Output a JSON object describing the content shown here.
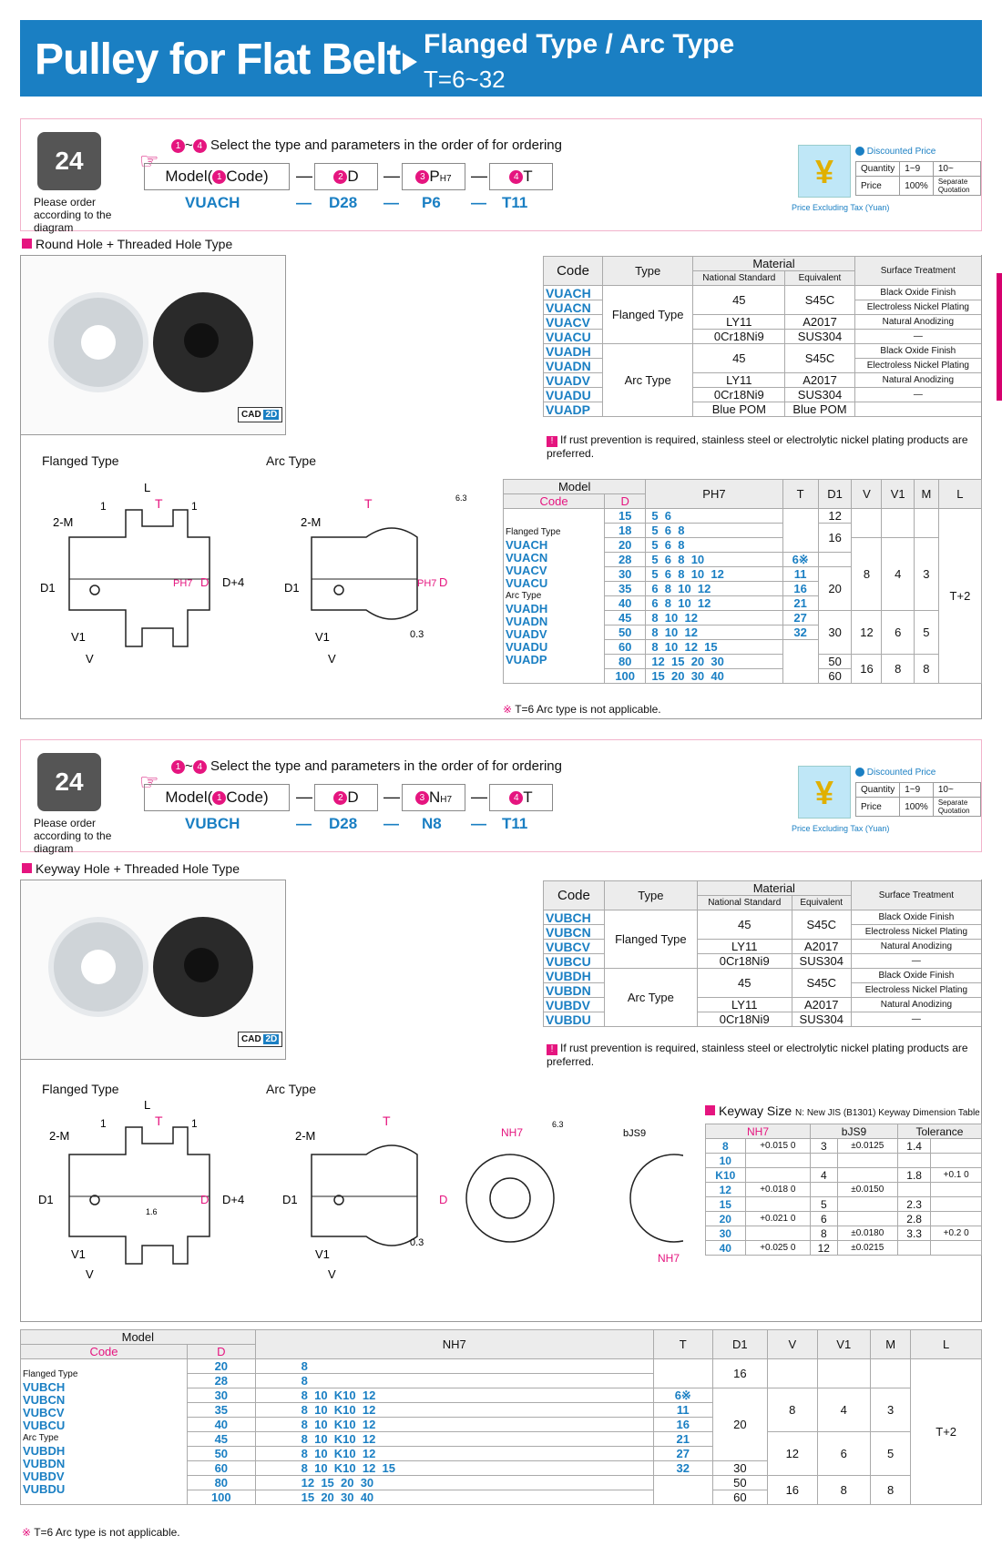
{
  "header": {
    "title": "Pulley for Flat Belt",
    "subtitle": "Flanged Type / Arc Type",
    "range": "T=6~32"
  },
  "order_note": "Please order according to the diagram",
  "select_text": "Select the type and parameters in the order of for ordering",
  "sel_range": "~",
  "price": {
    "label": "Discounted Price",
    "quantity": "Quantity",
    "q1": "1~9",
    "q2": "10~",
    "price": "Price",
    "p1": "100%",
    "p2": "Separate Quotation",
    "excl": "Price Excluding Tax (Yuan)"
  },
  "order1": {
    "model": "Model(",
    "code": "Code)",
    "d": "D",
    "p": "P",
    "h7": "H7",
    "t": "T",
    "ex_model": "VUACH",
    "ex_d": "D28",
    "ex_p": "P6",
    "ex_t": "T11"
  },
  "order2": {
    "model": "Model(",
    "code": "Code)",
    "d": "D",
    "p": "N",
    "h7": "H7",
    "t": "T",
    "ex_model": "VUBCH",
    "ex_d": "D28",
    "ex_p": "N8",
    "ex_t": "T11"
  },
  "section1": "Round Hole + Threaded Hole Type",
  "section2": "Keyway Hole + Threaded Hole Type",
  "mat_head": {
    "code": "Code",
    "type": "Type",
    "material": "Material",
    "national": "National Standard",
    "equivalent": "Equivalent",
    "surface": "Surface Treatment"
  },
  "mat1": [
    {
      "code": "VUACH",
      "type": "Flanged Type",
      "nat": "45",
      "eq": "S45C",
      "surf": "Black Oxide Finish"
    },
    {
      "code": "VUACN",
      "type": "",
      "nat": "",
      "eq": "",
      "surf": "Electroless Nickel Plating"
    },
    {
      "code": "VUACV",
      "type": "",
      "nat": "LY11",
      "eq": "A2017",
      "surf": "Natural Anodizing"
    },
    {
      "code": "VUACU",
      "type": "",
      "nat": "0Cr18Ni9",
      "eq": "SUS304",
      "surf": "—"
    },
    {
      "code": "VUADH",
      "type": "Arc Type",
      "nat": "45",
      "eq": "S45C",
      "surf": "Black Oxide Finish"
    },
    {
      "code": "VUADN",
      "type": "",
      "nat": "",
      "eq": "",
      "surf": "Electroless Nickel Plating"
    },
    {
      "code": "VUADV",
      "type": "",
      "nat": "LY11",
      "eq": "A2017",
      "surf": "Natural Anodizing"
    },
    {
      "code": "VUADU",
      "type": "",
      "nat": "0Cr18Ni9",
      "eq": "SUS304",
      "surf": "—"
    },
    {
      "code": "VUADP",
      "type": "",
      "nat": "Blue POM",
      "eq": "Blue POM",
      "surf": ""
    }
  ],
  "mat2": [
    {
      "code": "VUBCH",
      "type": "Flanged Type",
      "nat": "45",
      "eq": "S45C",
      "surf": "Black Oxide Finish"
    },
    {
      "code": "VUBCN",
      "type": "",
      "nat": "",
      "eq": "",
      "surf": "Electroless Nickel Plating"
    },
    {
      "code": "VUBCV",
      "type": "",
      "nat": "LY11",
      "eq": "A2017",
      "surf": "Natural Anodizing"
    },
    {
      "code": "VUBCU",
      "type": "",
      "nat": "0Cr18Ni9",
      "eq": "SUS304",
      "surf": "—"
    },
    {
      "code": "VUBDH",
      "type": "Arc Type",
      "nat": "45",
      "eq": "S45C",
      "surf": "Black Oxide Finish"
    },
    {
      "code": "VUBDN",
      "type": "",
      "nat": "",
      "eq": "",
      "surf": "Electroless Nickel Plating"
    },
    {
      "code": "VUBDV",
      "type": "",
      "nat": "LY11",
      "eq": "A2017",
      "surf": "Natural Anodizing"
    },
    {
      "code": "VUBDU",
      "type": "",
      "nat": "0Cr18Ni9",
      "eq": "SUS304",
      "surf": "—"
    }
  ],
  "rust_note": "If rust prevention is required, stainless steel or electrolytic nickel plating products are preferred.",
  "diag": {
    "flanged": "Flanged Type",
    "arc": "Arc Type",
    "L": "L",
    "T": "T",
    "one": "1",
    "twoM": "2-M",
    "D1": "D1",
    "PH7": "PH7",
    "NH7": "NH7",
    "D": "D",
    "D4": "D+4",
    "V1": "V1",
    "V": "V",
    "r16": "1.6",
    "r63": "6.3",
    "r03": "0.3",
    "bjs9": "bJS9",
    "t": "t"
  },
  "dim_head": {
    "model": "Model",
    "code": "Code",
    "d": "D",
    "p": "PH7",
    "n": "NH7",
    "t": "T",
    "d1": "D1",
    "v": "V",
    "v1": "V1",
    "m": "M",
    "l": "L"
  },
  "dim1": {
    "codes": [
      "Flanged Type",
      "VUACH",
      "VUACN",
      "VUACV",
      "VUACU",
      "Arc Type",
      "VUADH",
      "VUADN",
      "VUADV",
      "VUADU",
      "VUADP"
    ],
    "rows": [
      {
        "d": "15",
        "p": "5  6"
      },
      {
        "d": "18",
        "p": "5  6  8"
      },
      {
        "d": "20",
        "p": "5  6  8"
      },
      {
        "d": "28",
        "p": "5  6  8  10"
      },
      {
        "d": "30",
        "p": "5  6  8  10  12"
      },
      {
        "d": "35",
        "p": "6  8  10  12"
      },
      {
        "d": "40",
        "p": "6  8  10  12"
      },
      {
        "d": "45",
        "p": "8  10  12"
      },
      {
        "d": "50",
        "p": "8  10  12"
      },
      {
        "d": "60",
        "p": "8  10  12  15"
      },
      {
        "d": "80",
        "p": "12  15  20  30"
      },
      {
        "d": "100",
        "p": "15  20  30  40"
      }
    ],
    "T": [
      "6※",
      "11",
      "16",
      "21",
      "27",
      "32"
    ],
    "d1": [
      "12",
      "16",
      "20",
      "30",
      "50",
      "60"
    ],
    "v": [
      "8",
      "12",
      "16"
    ],
    "v1": [
      "4",
      "6",
      "8"
    ],
    "m": [
      "3",
      "5",
      "8"
    ],
    "l": "T+2"
  },
  "dim2": {
    "codes": [
      "Flanged Type",
      "VUBCH",
      "VUBCN",
      "VUBCV",
      "VUBCU",
      "Arc Type",
      "VUBDH",
      "VUBDN",
      "VUBDV",
      "VUBDU"
    ],
    "rows": [
      {
        "d": "20",
        "n": "8"
      },
      {
        "d": "28",
        "n": "8"
      },
      {
        "d": "30",
        "n": "8  10  K10  12"
      },
      {
        "d": "35",
        "n": "8  10  K10  12"
      },
      {
        "d": "40",
        "n": "8  10  K10  12"
      },
      {
        "d": "45",
        "n": "8  10  K10  12"
      },
      {
        "d": "50",
        "n": "8  10  K10  12"
      },
      {
        "d": "60",
        "n": "8  10  K10  12  15"
      },
      {
        "d": "80",
        "n": "12  15  20  30"
      },
      {
        "d": "100",
        "n": "15  20  30  40"
      }
    ],
    "T": [
      "6※",
      "11",
      "16",
      "21",
      "27",
      "32"
    ],
    "d1": [
      "16",
      "20",
      "30",
      "50",
      "60"
    ],
    "v": [
      "8",
      "12",
      "16"
    ],
    "v1": [
      "4",
      "6",
      "8"
    ],
    "m": [
      "3",
      "5",
      "8"
    ],
    "l": "T+2"
  },
  "t6_note": "T=6 Arc type is not applicable.",
  "keyway": {
    "title": "Keyway Size",
    "sub": "N: New JIS (B1301) Keyway Dimension Table",
    "h_n": "NH7",
    "h_b": "bJS9",
    "h_tol": "Tolerance",
    "rows": [
      {
        "n": "8",
        "tolN": "+0.015 0",
        "b": "3",
        "tolb": "±0.0125",
        "t": "1.4",
        "tolt": ""
      },
      {
        "n": "10",
        "tolN": "",
        "b": "",
        "tolb": "",
        "t": "",
        "tolt": ""
      },
      {
        "n": "K10",
        "tolN": "",
        "b": "4",
        "tolb": "",
        "t": "1.8",
        "tolt": "+0.1 0"
      },
      {
        "n": "12",
        "tolN": "+0.018 0",
        "b": "",
        "tolb": "±0.0150",
        "t": "",
        "tolt": ""
      },
      {
        "n": "15",
        "tolN": "",
        "b": "5",
        "tolb": "",
        "t": "2.3",
        "tolt": ""
      },
      {
        "n": "20",
        "tolN": "+0.021 0",
        "b": "6",
        "tolb": "",
        "t": "2.8",
        "tolt": ""
      },
      {
        "n": "30",
        "tolN": "",
        "b": "8",
        "tolb": "±0.0180",
        "t": "3.3",
        "tolt": "+0.2 0"
      },
      {
        "n": "40",
        "tolN": "+0.025 0",
        "b": "12",
        "tolb": "±0.0215",
        "t": "",
        "tolt": ""
      }
    ]
  }
}
